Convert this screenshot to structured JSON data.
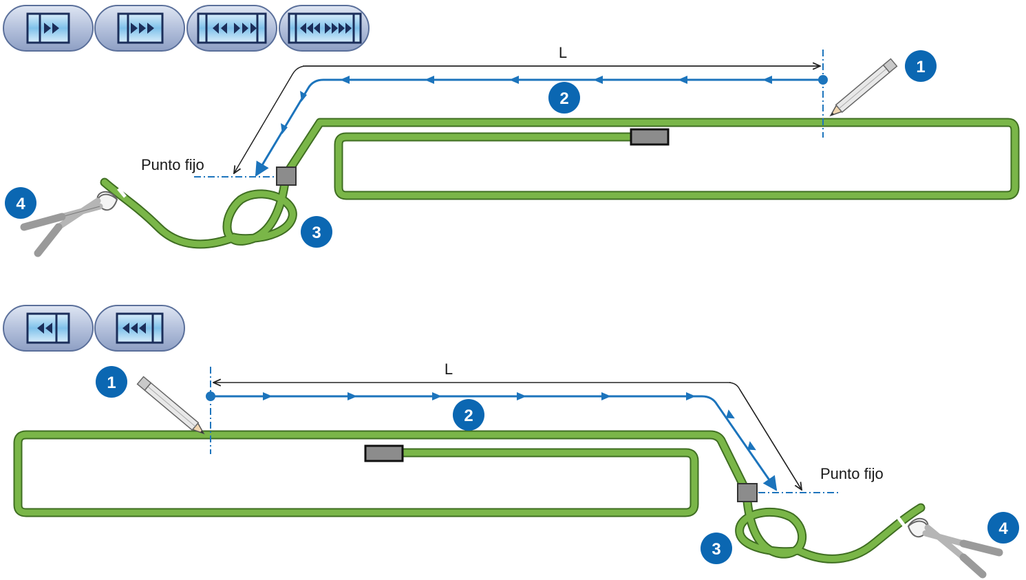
{
  "top_panel": {
    "length_label": "L",
    "fixed_point_label": "Punto fijo",
    "steps": [
      "1",
      "2",
      "3",
      "4"
    ],
    "pill_icons": [
      "sequence-1-icon",
      "sequence-2-icon",
      "sequence-3-icon",
      "sequence-4-icon"
    ],
    "direction": "right-to-left"
  },
  "bottom_panel": {
    "length_label": "L",
    "fixed_point_label": "Punto fijo",
    "steps": [
      "1",
      "2",
      "3",
      "4"
    ],
    "pill_icons": [
      "sequence-reverse-1-icon",
      "sequence-reverse-2-icon"
    ],
    "direction": "left-to-right"
  },
  "colors": {
    "cable_green": "#7ab648",
    "cable_outline": "#3f6e22",
    "measure_blue": "#1c74bc",
    "badge_blue": "#0b67b2",
    "pill_fill": "#b7c3dc",
    "connector_gray": "#8c8c8c"
  }
}
